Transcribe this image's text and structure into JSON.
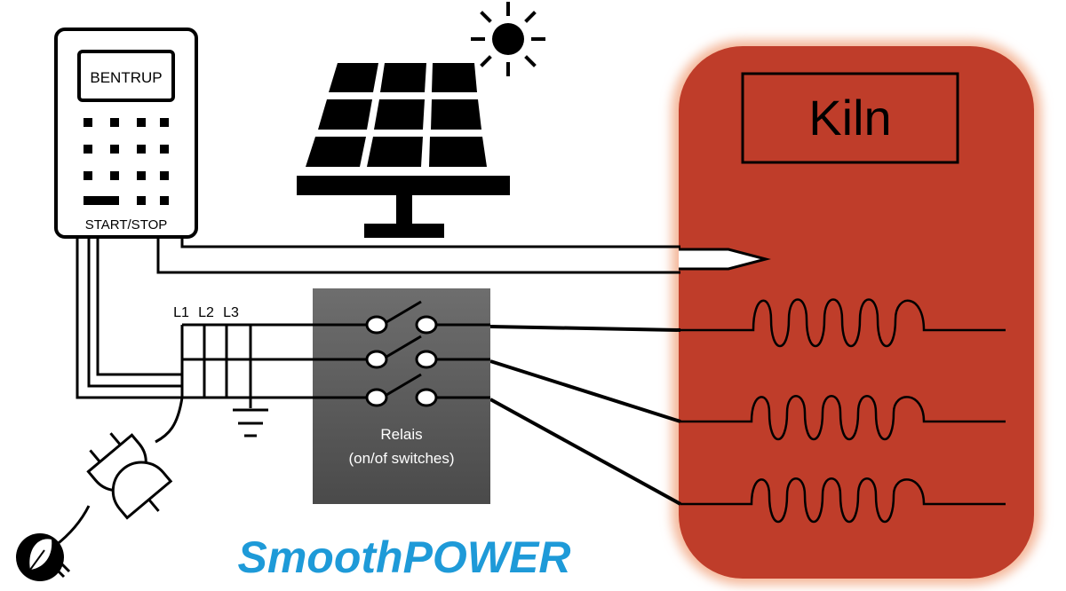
{
  "controller": {
    "display_text": "BENTRUP",
    "button_label": "START/STOP"
  },
  "phases": {
    "l1": "L1",
    "l2": "L2",
    "l3": "L3"
  },
  "relay": {
    "title": "Relais",
    "subtitle": "(on/of switches)"
  },
  "kiln": {
    "label": "Kiln"
  },
  "brand": {
    "name": "SmoothPOWER"
  },
  "colors": {
    "kiln_fill": "#bf3d2a",
    "kiln_glow": "#f4b79a",
    "relay_fill": "#5a5a5a",
    "brand_blue": "#1e9ad8",
    "line": "#000000"
  },
  "icons": [
    "solar-panel-icon",
    "sun-icon",
    "plug-icon",
    "leaf-icon",
    "ground-icon",
    "heating-coil-icon",
    "switch-icon"
  ]
}
